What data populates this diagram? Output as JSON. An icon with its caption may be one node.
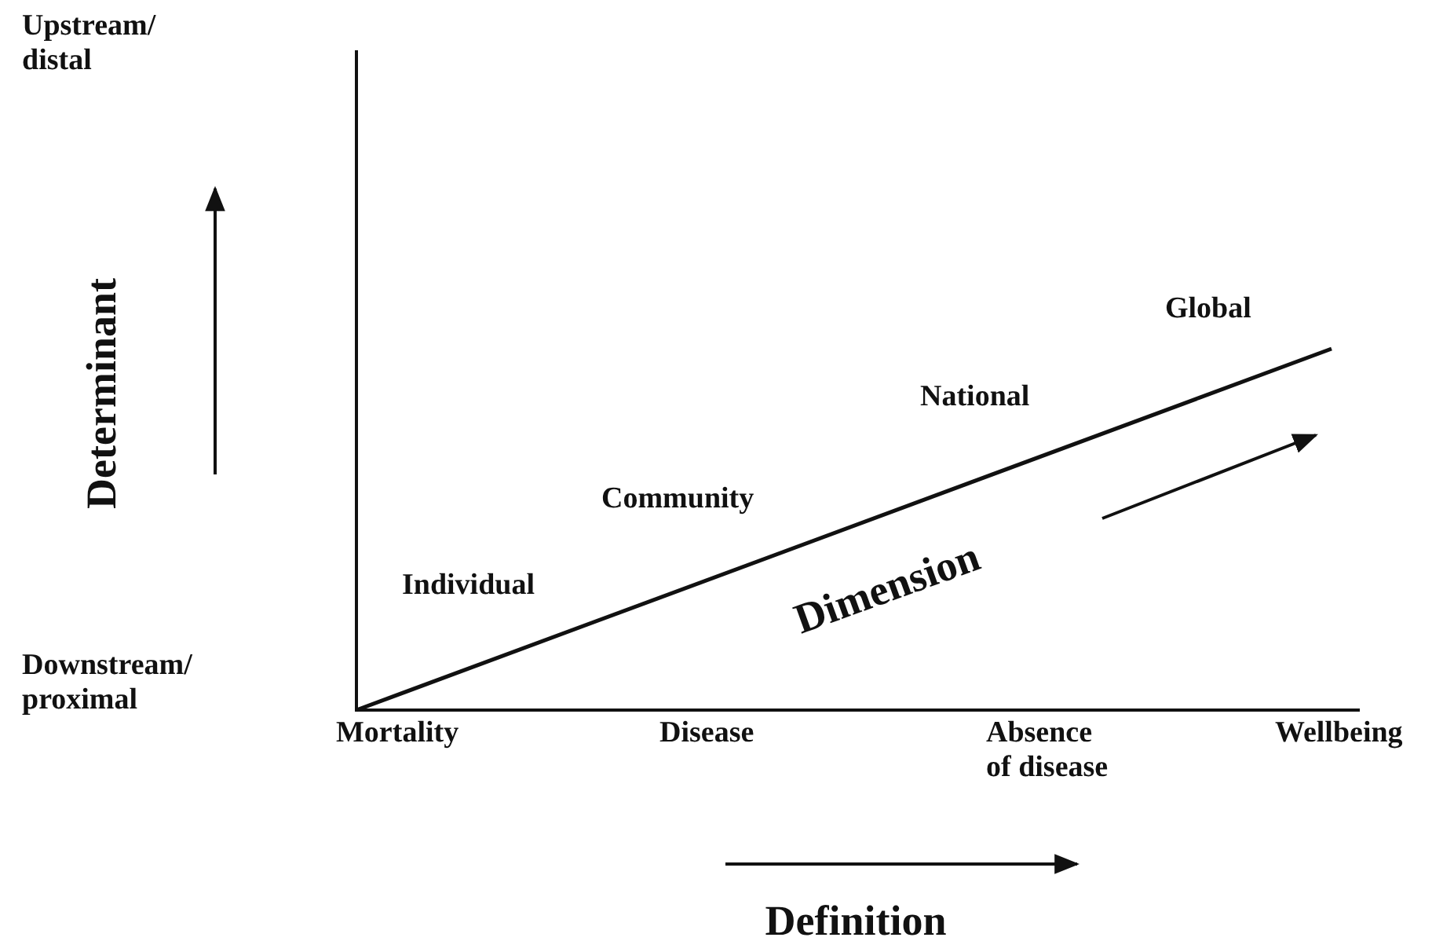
{
  "diagram": {
    "labels": [
      "Upstream/ distal",
      "Determinant",
      "Downstream/ proximal",
      "Global",
      "National",
      "Community",
      "Individual",
      "Dimension",
      "Mortality",
      "Disease",
      "Absence of disease",
      "Wellbeing",
      "Definition"
    ]
  }
}
